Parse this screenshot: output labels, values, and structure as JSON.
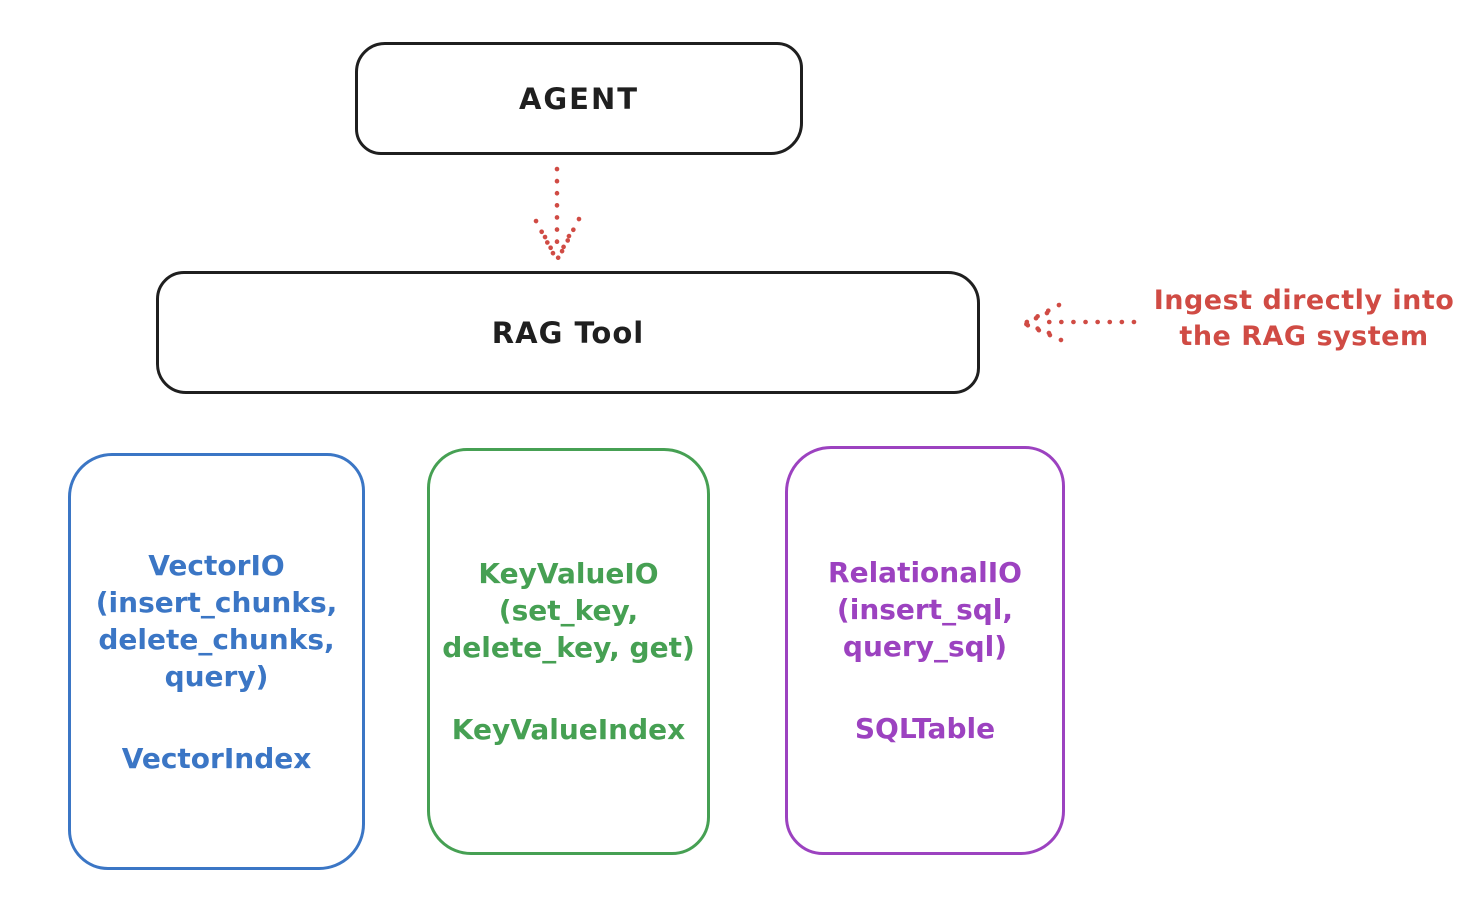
{
  "agent": {
    "label": "AGENT"
  },
  "rag_tool": {
    "label": "RAG Tool"
  },
  "annotation": {
    "line1": "Ingest directly into",
    "line2": "the RAG system"
  },
  "io_boxes": [
    {
      "name": "vector-io",
      "lines": [
        "VectorIO",
        "(insert_chunks,",
        "delete_chunks,",
        "query)"
      ],
      "index_label": "VectorIndex",
      "color": "#3b76c5"
    },
    {
      "name": "key-value-io",
      "lines": [
        "KeyValueIO",
        "(set_key,",
        "delete_key, get)"
      ],
      "index_label": "KeyValueIndex",
      "color": "#46a053"
    },
    {
      "name": "relational-io",
      "lines": [
        "RelationalIO",
        "(insert_sql,",
        "query_sql)"
      ],
      "index_label": "SQLTable",
      "color": "#9c42c0"
    }
  ],
  "colors": {
    "outline_black": "#1f1f1f",
    "arrow_red": "#d04b44",
    "vector_blue": "#3b76c5",
    "keyvalue_green": "#46a053",
    "relational_purple": "#9c42c0",
    "background": "#ffffff"
  }
}
